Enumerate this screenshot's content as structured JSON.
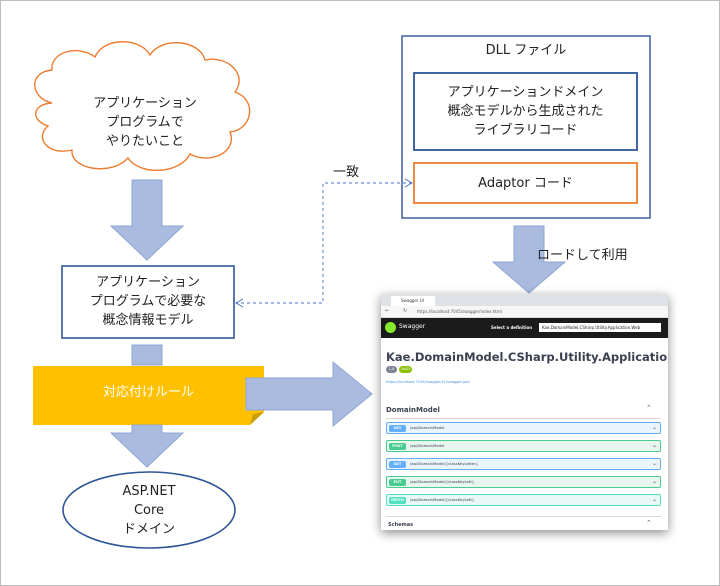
{
  "colors": {
    "cloud_outline": "#ED7D31",
    "box_outline": "#2E5597",
    "adaptor_outline": "#ED7D31",
    "arrow_fill": "#A9BCE0",
    "arrow_stroke": "#8FA6D2",
    "rules_fill": "#FFC000",
    "rules_fold": "#C9A000",
    "dashed_connector": "#4472C4"
  },
  "cloud": {
    "text": "アプリケーション\nプログラムで\nやりたいこと"
  },
  "app_model": {
    "text": "アプリケーション\nプログラムで必要な\n概念情報モデル"
  },
  "rules": {
    "text": "対応付けルール"
  },
  "aspnet": {
    "text": "ASP.NET\nCore\nドメイン"
  },
  "dll": {
    "title": "DLL ファイル",
    "library": "アプリケーションドメイン\n概念モデルから生成された\nライブラリコード",
    "adaptor": "Adaptor コード"
  },
  "label_match": "一致",
  "label_load": "ロードして利用",
  "swagger": {
    "tab": "Swagger UI",
    "url": "https://localhost:7045/swagger/index.html",
    "brand": "Swagger",
    "select_label": "Select a definition",
    "select_value": "Kae.DomainModel.CSharp.Utility.Application.Web",
    "title": "Kae.DomainModel.CSharp.Utility.Application.WebA",
    "badge_version": "1.0",
    "badge_oas": "OAS3",
    "spec_link": "https://localhost:7045/swagger/v1/swagger.json",
    "section": "DomainModel",
    "operations": [
      {
        "method": "GET",
        "path": "/api/DomainModel",
        "color": "#61affe",
        "bg": "#ebf3fb"
      },
      {
        "method": "POST",
        "path": "/api/DomainModel",
        "color": "#49cc90",
        "bg": "#e8f6f0"
      },
      {
        "method": "GET",
        "path": "/api/DomainModel/{classKeyLetter}",
        "color": "#61affe",
        "bg": "#ebf3fb"
      },
      {
        "method": "PUT",
        "path": "/api/DomainModel/{classKeyLett}",
        "color": "#49cc90",
        "bg": "#e8f6f0"
      },
      {
        "method": "PATCH",
        "path": "/api/DomainModel/{classKeyLett}",
        "color": "#50e3c2",
        "bg": "#e9f9f5"
      }
    ],
    "schema_section": "Schemas"
  }
}
